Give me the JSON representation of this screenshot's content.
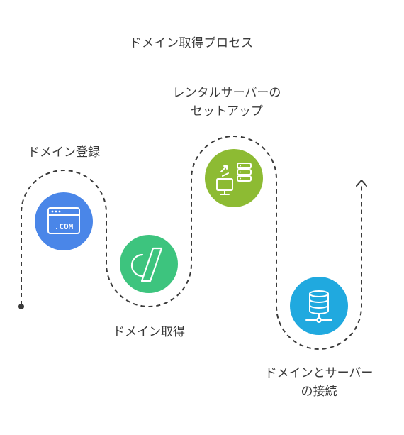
{
  "title": "ドメイン取得プロセス",
  "steps": [
    {
      "label": "ドメイン登録",
      "icon": "browser-dotcom-icon",
      "color": "#4A86E8"
    },
    {
      "label": "ドメイン取得",
      "icon": "domain-slash-icon",
      "color": "#3DC47E"
    },
    {
      "label_line1": "レンタルサーバーの",
      "label_line2": "セットアップ",
      "icon": "server-setup-icon",
      "color": "#8DBB33"
    },
    {
      "label_line1": "ドメインとサーバー",
      "label_line2": "の接続",
      "icon": "database-connect-icon",
      "color": "#20A9DF"
    }
  ],
  "icon_text": {
    "dotcom": ".COM"
  }
}
